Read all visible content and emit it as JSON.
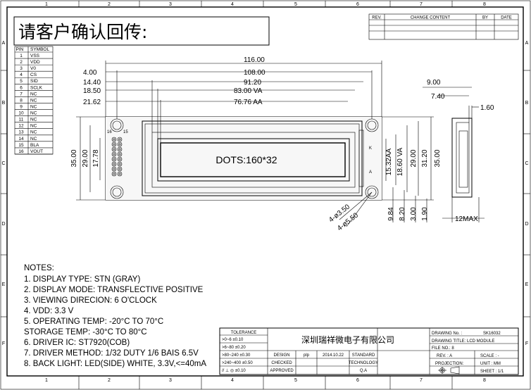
{
  "title": "请客户确认回传:",
  "grid": {
    "cols": [
      "1",
      "2",
      "3",
      "4",
      "5",
      "6",
      "7",
      "8"
    ],
    "rows": [
      "A",
      "B",
      "C",
      "D",
      "E",
      "F"
    ]
  },
  "revision": {
    "headers": [
      "REV.",
      "CHANGE CONTENT",
      "BY",
      "DATE"
    ]
  },
  "pin_table": {
    "headers": [
      "PIN",
      "SYMBOL"
    ],
    "rows": [
      [
        "1",
        "VSS"
      ],
      [
        "2",
        "VDD"
      ],
      [
        "3",
        "V0"
      ],
      [
        "4",
        "CS"
      ],
      [
        "5",
        "SID"
      ],
      [
        "6",
        "SCLK"
      ],
      [
        "7",
        "NC"
      ],
      [
        "8",
        "NC"
      ],
      [
        "9",
        "NC"
      ],
      [
        "10",
        "NC"
      ],
      [
        "11",
        "NC"
      ],
      [
        "12",
        "NC"
      ],
      [
        "13",
        "NC"
      ],
      [
        "14",
        "NC"
      ],
      [
        "15",
        "BLA"
      ],
      [
        "16",
        "VOUT"
      ]
    ]
  },
  "dims": {
    "w116": "116.00",
    "w108": "108.00",
    "w91": "91.20",
    "w83": "83.00 VA",
    "w76": "76.76 AA",
    "l400": "4.00",
    "l1440": "14.40",
    "l1850": "18.50",
    "l2162": "21.62",
    "h3500": "35.00",
    "h2900": "29.00",
    "h1778": "17.78",
    "r1532": "15.32AA",
    "r1860": "18.60 VA",
    "r2900": "29.00",
    "r3120": "31.20",
    "r3500": "35.00",
    "b984": "9.84",
    "b820": "8.20",
    "b300": "3.00",
    "b190": "1.90",
    "hole1": "4-ø3.50",
    "hole2": "4-ø5.50",
    "s900": "9.00",
    "s740": "7.40",
    "s160": "1.60",
    "s12max": "12MAX"
  },
  "display": {
    "label": "DOTS:160*32",
    "pin1": "16",
    "pin15": "15",
    "k": "K",
    "a": "A"
  },
  "notes": {
    "heading": "NOTES:",
    "lines": [
      "1. DISPLAY TYPE: STN (GRAY)",
      "2. DISPLAY MODE: TRANSFLECTIVE POSITIVE",
      "3. VIEWING DIRECION:  6 O'CLOCK",
      "4. VDD: 3.3 V",
      "5. OPERATING TEMP: -20°C TO 70°C",
      "    STORAGE TEMP: -30°C TO 80°C",
      "6. DRIVER IC:  ST7920(COB)",
      "7. DRIVER METHOD: 1/32 DUTY   1/6 BAIS 6.5V",
      "8. BACK LIGHT: LED(SIDE) WHITE, 3.3V,<=40mA"
    ]
  },
  "title_block": {
    "tolerance": "TOLERANCE",
    "tol_rows": [
      ">0~6   ±0.10",
      ">6~80 ±0.20",
      ">80~240 ±0.30",
      ">240~400 ±0.50",
      "// ⊥ ◎ ±0.10"
    ],
    "company": "深圳瑞祥微电子有限公司",
    "design": "DESIGN",
    "designer": "plp",
    "date": "2014.10.22",
    "standard": "STANDARD",
    "checked": "CHECKED",
    "technology": "TECHNOLOGY",
    "approved": "APPROVED",
    "qa": "Q.A",
    "drawing_no_label": "DRAWING No. :",
    "drawing_no": "SK16032",
    "drawing_title": "DRAWING TITLE: LCD MODULE",
    "file_no": "FILE NO.: 8",
    "rev": "REV. : A",
    "scale": "SCALE : -",
    "projection": "PROJECTION:",
    "unit": "UNIT : MM",
    "sheet": "SHEET : 1/1"
  }
}
